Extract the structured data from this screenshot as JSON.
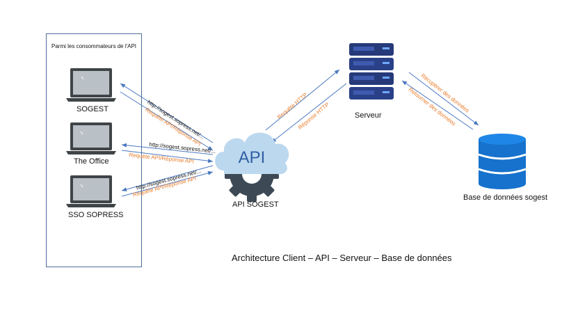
{
  "box_title": "Parmi les consommateurs de l'API",
  "clients": [
    {
      "name": "SOGEST",
      "url": "http://sogest.sopress.net/...",
      "response": "Requête API/Réponse API"
    },
    {
      "name": "The Office",
      "url": "http://sogest.sopress.net/...",
      "response": "Requête API/Réponse API"
    },
    {
      "name": "SSO SOPRESS",
      "url": "http://sogest.sopress.net/...",
      "response": "Requête API/Réponse API"
    }
  ],
  "api": {
    "icon_text": "API",
    "label": "API SOGEST"
  },
  "server": {
    "label": "Serveur",
    "request": "Requête HTTP",
    "response": "Réponse HTTP"
  },
  "database": {
    "label": "Base de données sogest",
    "fetch": "Récupérer des données",
    "return": "Retourner des données"
  },
  "caption": "Architecture Client – API – Serveur – Base de données",
  "colors": {
    "arrow": "#4a78c0",
    "orange": "#e87c2b",
    "device": "#3f4447",
    "screen": "#b9c0c6",
    "cloud": "#bcd8ef",
    "gear": "#3d4a55",
    "server": "#263a7a",
    "db": "#1672cc"
  }
}
